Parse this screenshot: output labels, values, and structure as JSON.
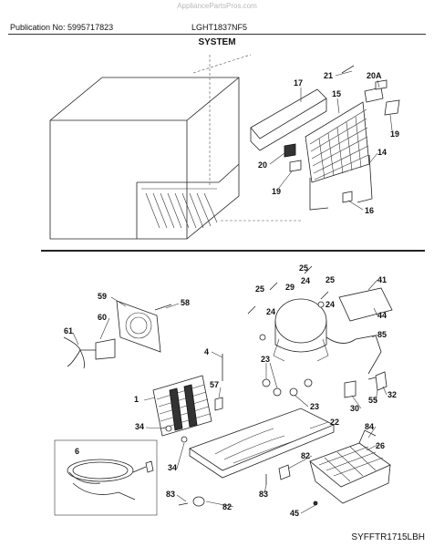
{
  "header": {
    "watermark": "AppliancePartsPros.com",
    "publication": "Publication No: 5995717823",
    "model": "LGHT1837NF5",
    "section": "SYSTEM"
  },
  "footer": {
    "code": "SYFFTR1715LBH"
  },
  "callouts": [
    {
      "id": "c-21",
      "label": "21"
    },
    {
      "id": "c-20A",
      "label": "20A"
    },
    {
      "id": "c-17",
      "label": "17"
    },
    {
      "id": "c-15",
      "label": "15"
    },
    {
      "id": "c-19a",
      "label": "19"
    },
    {
      "id": "c-20",
      "label": "20"
    },
    {
      "id": "c-14",
      "label": "14"
    },
    {
      "id": "c-19b",
      "label": "19"
    },
    {
      "id": "c-16",
      "label": "16"
    },
    {
      "id": "c-25a",
      "label": "25"
    },
    {
      "id": "c-29",
      "label": "29"
    },
    {
      "id": "c-24a",
      "label": "24"
    },
    {
      "id": "c-25b",
      "label": "25"
    },
    {
      "id": "c-25c",
      "label": "25"
    },
    {
      "id": "c-24b",
      "label": "24"
    },
    {
      "id": "c-24c",
      "label": "24"
    },
    {
      "id": "c-41",
      "label": "41"
    },
    {
      "id": "c-59",
      "label": "59"
    },
    {
      "id": "c-58",
      "label": "58"
    },
    {
      "id": "c-44",
      "label": "44"
    },
    {
      "id": "c-60",
      "label": "60"
    },
    {
      "id": "c-61",
      "label": "61"
    },
    {
      "id": "c-85",
      "label": "85"
    },
    {
      "id": "c-4",
      "label": "4"
    },
    {
      "id": "c-23a",
      "label": "23"
    },
    {
      "id": "c-57",
      "label": "57"
    },
    {
      "id": "c-1",
      "label": "1"
    },
    {
      "id": "c-23b",
      "label": "23"
    },
    {
      "id": "c-32",
      "label": "32"
    },
    {
      "id": "c-30",
      "label": "30"
    },
    {
      "id": "c-55",
      "label": "55"
    },
    {
      "id": "c-22",
      "label": "22"
    },
    {
      "id": "c-34a",
      "label": "34"
    },
    {
      "id": "c-84",
      "label": "84"
    },
    {
      "id": "c-6",
      "label": "6"
    },
    {
      "id": "c-26",
      "label": "26"
    },
    {
      "id": "c-82a",
      "label": "82"
    },
    {
      "id": "c-34b",
      "label": "34"
    },
    {
      "id": "c-83a",
      "label": "83"
    },
    {
      "id": "c-83b",
      "label": "83"
    },
    {
      "id": "c-82b",
      "label": "82"
    },
    {
      "id": "c-45",
      "label": "45"
    }
  ]
}
